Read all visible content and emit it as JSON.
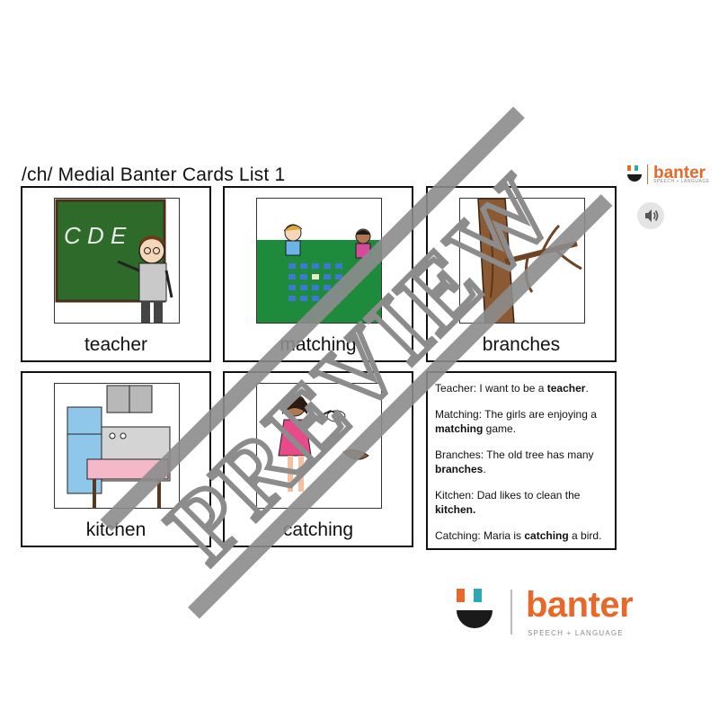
{
  "title": "/ch/ Medial Banter Cards List 1",
  "brand": {
    "name": "banter",
    "tagline": "SPEECH + LANGUAGE",
    "orange": "#e8682a",
    "dark": "#1a1a1a",
    "teal": "#2ba8b4"
  },
  "speaker_icon": "speaker-icon",
  "cards": [
    {
      "word": "teacher"
    },
    {
      "word": "matching"
    },
    {
      "word": "branches"
    },
    {
      "word": "kitchen"
    },
    {
      "word": "catching"
    }
  ],
  "sentences": [
    {
      "prefix": "Teacher: I want to be a ",
      "bold": "teacher",
      "suffix": "."
    },
    {
      "prefix": "Matching: The girls are enjoying a ",
      "bold": "matching",
      "suffix": " game."
    },
    {
      "prefix": "Branches: The old tree has many ",
      "bold": "branches",
      "suffix": "."
    },
    {
      "prefix": "Kitchen: Dad likes to clean the ",
      "bold": "kitchen.",
      "suffix": ""
    },
    {
      "prefix": "Catching: Maria is ",
      "bold": "catching",
      "suffix": " a bird."
    }
  ],
  "watermark": {
    "text": "PREVIEW",
    "color": "#8c8c8c"
  }
}
